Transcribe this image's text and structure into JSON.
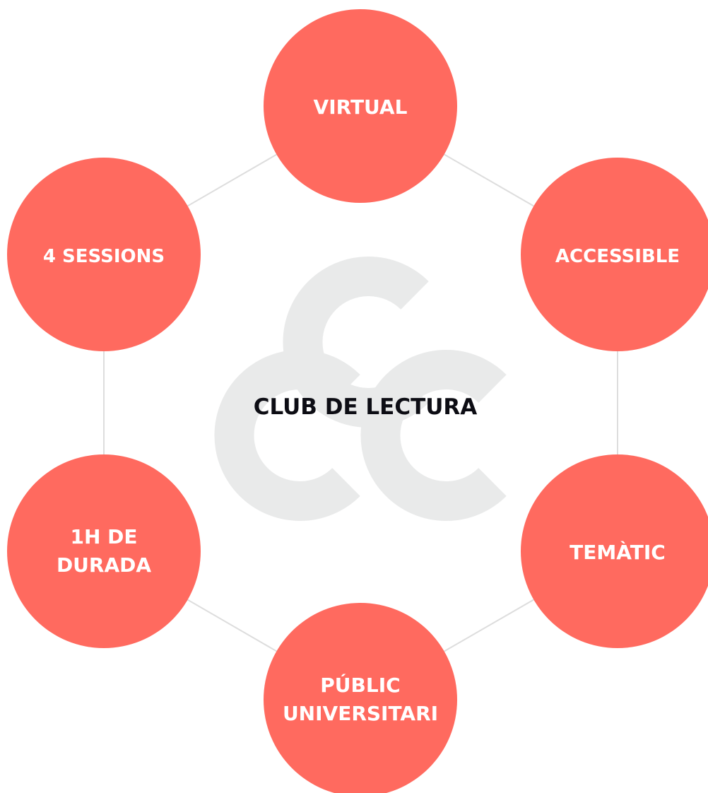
{
  "diagram": {
    "center_label": "CLUB DE LECTURA",
    "nodes": [
      {
        "id": "virtual",
        "lines": [
          "VIRTUAL"
        ]
      },
      {
        "id": "accessible",
        "lines": [
          "ACCESSIBLE"
        ]
      },
      {
        "id": "tematic",
        "lines": [
          "TEMÀTIC"
        ]
      },
      {
        "id": "public-universitari",
        "lines": [
          "PÚBLIC",
          "UNIVERSITARI"
        ]
      },
      {
        "id": "1h-de-durada",
        "lines": [
          "1H DE",
          "DURADA"
        ]
      },
      {
        "id": "4-sessions",
        "lines": [
          "4 SESSIONS"
        ]
      }
    ]
  },
  "colors": {
    "node_fill": "#ff6a5f",
    "node_text": "#ffffff",
    "center_text": "#0d0d14",
    "connector": "#dddddd",
    "logo_mark": "#e9eaea"
  }
}
